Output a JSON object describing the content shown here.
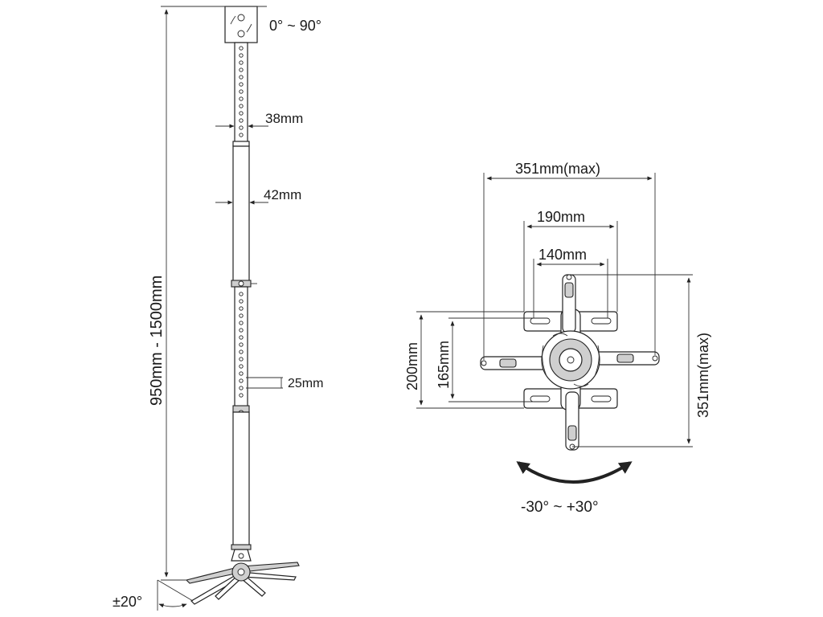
{
  "left_view": {
    "tilt_label": "0° ~ 90°",
    "inner_tube_label": "38mm",
    "outer_tube_label": "42mm",
    "length_label": "950mm - 1500mm",
    "hole_spacing_label": "25mm",
    "swivel_label": "±20°"
  },
  "right_view": {
    "arm_span_label": "351mm(max)",
    "plate_width_label": "190mm",
    "inner_width_label": "140mm",
    "vertical_span_label": "351mm(max)",
    "plate_height_label": "200mm",
    "inner_height_label": "165mm",
    "rotation_label": "-30° ~ +30°"
  },
  "colors": {
    "line": "#222222",
    "fill_dark": "#cfcfcf"
  }
}
